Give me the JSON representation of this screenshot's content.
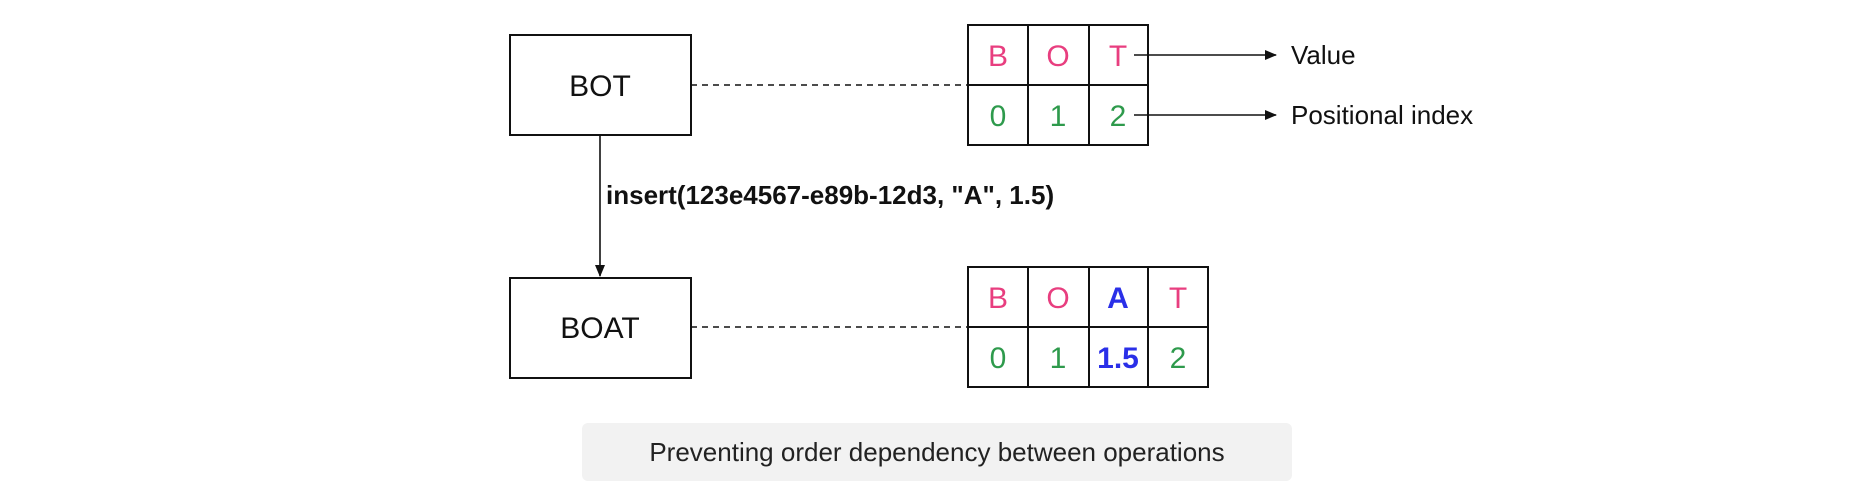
{
  "top": {
    "word": "BOT",
    "cells": [
      {
        "value": "B",
        "index": "0"
      },
      {
        "value": "O",
        "index": "1"
      },
      {
        "value": "T",
        "index": "2"
      }
    ]
  },
  "legend": {
    "value_label": "Value",
    "index_label": "Positional index"
  },
  "operation": "insert(123e4567-e89b-12d3, \"A\", 1.5)",
  "bottom": {
    "word": "BOAT",
    "cells": [
      {
        "value": "B",
        "index": "0"
      },
      {
        "value": "O",
        "index": "1"
      },
      {
        "value": "A",
        "index": "1.5",
        "inserted": true
      },
      {
        "value": "T",
        "index": "2"
      }
    ]
  },
  "caption": "Preventing order dependency between operations",
  "colors": {
    "value": "#e83e7f",
    "index": "#2e9a4c",
    "inserted": "#2a2fe8"
  }
}
